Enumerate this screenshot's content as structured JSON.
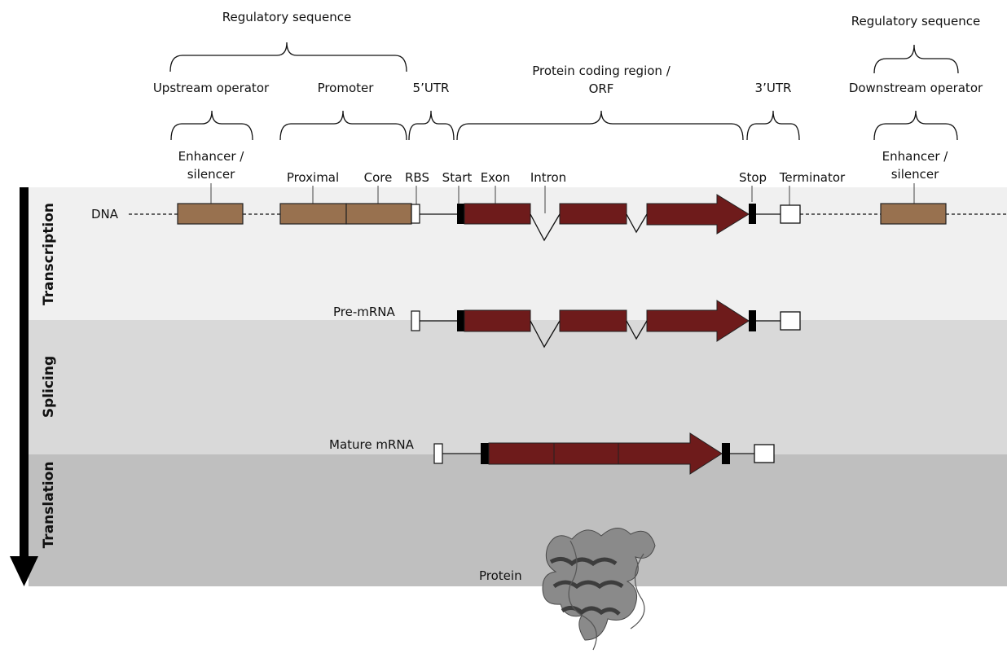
{
  "stages": [
    "Transcription",
    "Splicing",
    "Translation"
  ],
  "labels": {
    "regulatory_left": "Regulatory sequence",
    "regulatory_right": "Regulatory sequence",
    "upstream_operator": "Upstream operator",
    "promoter": "Promoter",
    "utr5": "5’UTR",
    "coding_line1": "Protein coding region /",
    "coding_line2": "ORF",
    "utr3": "3’UTR",
    "downstream_operator": "Downstream operator",
    "enhancer_left_1": "Enhancer /",
    "enhancer_left_2": "silencer",
    "enhancer_right_1": "Enhancer /",
    "enhancer_right_2": "silencer",
    "proximal": "Proximal",
    "core": "Core",
    "rbs": "RBS",
    "start": "Start",
    "exon": "Exon",
    "intron": "Intron",
    "stop": "Stop",
    "terminator": "Terminator"
  },
  "tracks": {
    "dna": "DNA",
    "pre_mrna": "Pre-mRNA",
    "mature_mrna": "Mature mRNA",
    "protein": "Protein"
  },
  "colors": {
    "regulatory_box": "#98714f",
    "exon": "#6e1b1b",
    "band_transcription": "#f0f0f0",
    "band_splicing": "#d9d9d9",
    "band_translation": "#bfbfbf",
    "protein": "#7a7a7a"
  }
}
